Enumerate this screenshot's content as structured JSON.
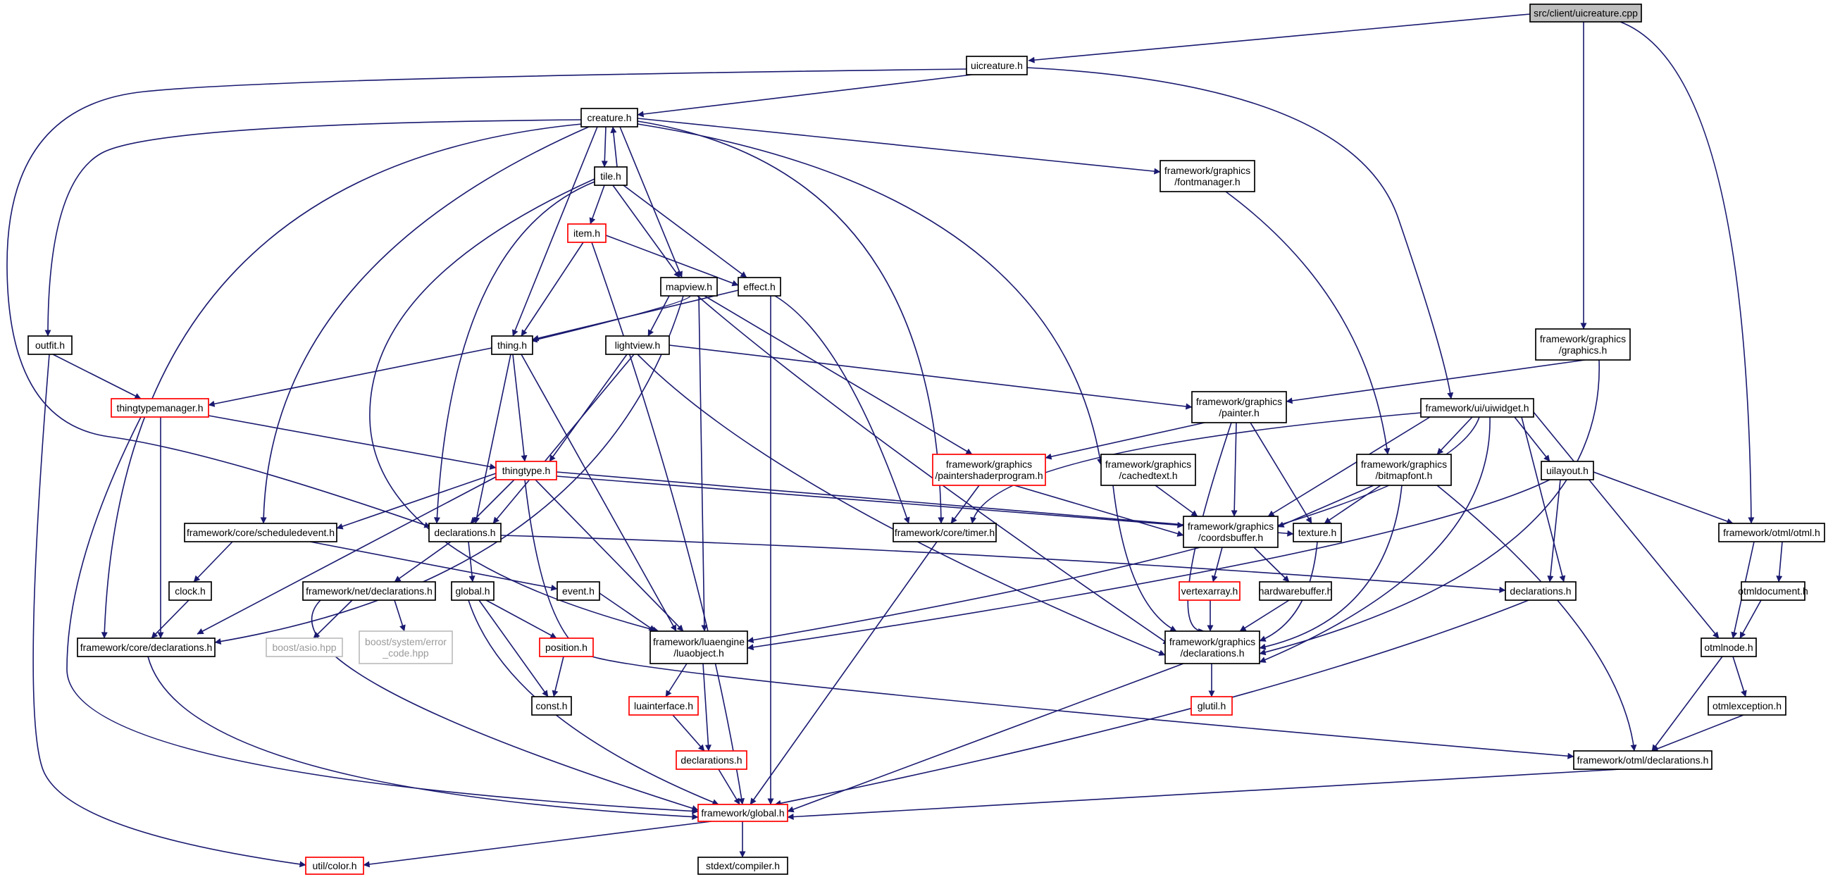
{
  "graph": {
    "kind": "include-dependency-graph",
    "colors": {
      "edge": "#191970",
      "node_border": "#000000",
      "truncated_border": "#ff0000",
      "external_border": "#bfbfbf",
      "root_fill": "#bfbfbf"
    },
    "nodes": {
      "uicreature_cpp": {
        "lines": [
          "src/client/uicreature.cpp"
        ],
        "style": "root"
      },
      "uicreature_h": {
        "lines": [
          "uicreature.h"
        ],
        "style": "normal"
      },
      "creature_h": {
        "lines": [
          "creature.h"
        ],
        "style": "normal"
      },
      "tile_h": {
        "lines": [
          "tile.h"
        ],
        "style": "normal"
      },
      "item_h": {
        "lines": [
          "item.h"
        ],
        "style": "truncated"
      },
      "fontmanager_h": {
        "lines": [
          "framework/graphics",
          "/fontmanager.h"
        ],
        "style": "normal"
      },
      "mapview_h": {
        "lines": [
          "mapview.h"
        ],
        "style": "normal"
      },
      "effect_h": {
        "lines": [
          "effect.h"
        ],
        "style": "normal"
      },
      "outfit_h": {
        "lines": [
          "outfit.h"
        ],
        "style": "normal"
      },
      "thing_h": {
        "lines": [
          "thing.h"
        ],
        "style": "normal"
      },
      "lightview_h": {
        "lines": [
          "lightview.h"
        ],
        "style": "normal"
      },
      "fw_graphics_h": {
        "lines": [
          "framework/graphics",
          "/graphics.h"
        ],
        "style": "normal"
      },
      "thingtypemanager_h": {
        "lines": [
          "thingtypemanager.h"
        ],
        "style": "truncated"
      },
      "painter_h": {
        "lines": [
          "framework/graphics",
          "/painter.h"
        ],
        "style": "normal"
      },
      "uiwidget_h": {
        "lines": [
          "framework/ui/uiwidget.h"
        ],
        "style": "normal"
      },
      "thingtype_h": {
        "lines": [
          "thingtype.h"
        ],
        "style": "truncated"
      },
      "paintershaderprogram_h": {
        "lines": [
          "framework/graphics",
          "/paintershaderprogram.h"
        ],
        "style": "truncated"
      },
      "cachedtext_h": {
        "lines": [
          "framework/graphics",
          "/cachedtext.h"
        ],
        "style": "normal"
      },
      "bitmapfont_h": {
        "lines": [
          "framework/graphics",
          "/bitmapfont.h"
        ],
        "style": "normal"
      },
      "uilayout_h": {
        "lines": [
          "uilayout.h"
        ],
        "style": "normal"
      },
      "scheduledevent_h": {
        "lines": [
          "framework/core/scheduledevent.h"
        ],
        "style": "normal"
      },
      "declarations_h": {
        "lines": [
          "declarations.h"
        ],
        "style": "normal"
      },
      "timer_h": {
        "lines": [
          "framework/core/timer.h"
        ],
        "style": "normal"
      },
      "coordsbuffer_h": {
        "lines": [
          "framework/graphics",
          "/coordsbuffer.h"
        ],
        "style": "normal"
      },
      "texture_h": {
        "lines": [
          "texture.h"
        ],
        "style": "normal"
      },
      "otml_h": {
        "lines": [
          "framework/otml/otml.h"
        ],
        "style": "normal"
      },
      "clock_h": {
        "lines": [
          "clock.h"
        ],
        "style": "normal"
      },
      "net_declarations_h": {
        "lines": [
          "framework/net/declarations.h"
        ],
        "style": "normal"
      },
      "global_h": {
        "lines": [
          "global.h"
        ],
        "style": "normal"
      },
      "event_h": {
        "lines": [
          "event.h"
        ],
        "style": "normal"
      },
      "vertexarray_h": {
        "lines": [
          "vertexarray.h"
        ],
        "style": "truncated"
      },
      "hardwarebuffer_h": {
        "lines": [
          "hardwarebuffer.h"
        ],
        "style": "normal"
      },
      "ui_declarations_h": {
        "lines": [
          "declarations.h"
        ],
        "style": "normal"
      },
      "otmldocument_h": {
        "lines": [
          "otmldocument.h"
        ],
        "style": "normal"
      },
      "core_declarations_h": {
        "lines": [
          "framework/core/declarations.h"
        ],
        "style": "normal"
      },
      "boost_asio": {
        "lines": [
          "boost/asio.hpp"
        ],
        "style": "external"
      },
      "boost_error_code": {
        "lines": [
          "boost/system/error",
          "_code.hpp"
        ],
        "style": "external"
      },
      "position_h": {
        "lines": [
          "position.h"
        ],
        "style": "truncated"
      },
      "luaobject_h": {
        "lines": [
          "framework/luaengine",
          "/luaobject.h"
        ],
        "style": "normal"
      },
      "gfx_declarations_h": {
        "lines": [
          "framework/graphics",
          "/declarations.h"
        ],
        "style": "normal"
      },
      "otmlnode_h": {
        "lines": [
          "otmlnode.h"
        ],
        "style": "normal"
      },
      "const_h": {
        "lines": [
          "const.h"
        ],
        "style": "normal"
      },
      "luainterface_h": {
        "lines": [
          "luainterface.h"
        ],
        "style": "truncated"
      },
      "glutil_h": {
        "lines": [
          "glutil.h"
        ],
        "style": "truncated"
      },
      "otmlexception_h": {
        "lines": [
          "otmlexception.h"
        ],
        "style": "normal"
      },
      "lua_declarations_h": {
        "lines": [
          "declarations.h"
        ],
        "style": "truncated"
      },
      "otml_declarations_h": {
        "lines": [
          "framework/otml/declarations.h"
        ],
        "style": "normal"
      },
      "fw_global_h": {
        "lines": [
          "framework/global.h"
        ],
        "style": "truncated"
      },
      "color_h": {
        "lines": [
          "util/color.h"
        ],
        "style": "truncated"
      },
      "compiler_h": {
        "lines": [
          "stdext/compiler.h"
        ],
        "style": "normal"
      }
    }
  }
}
